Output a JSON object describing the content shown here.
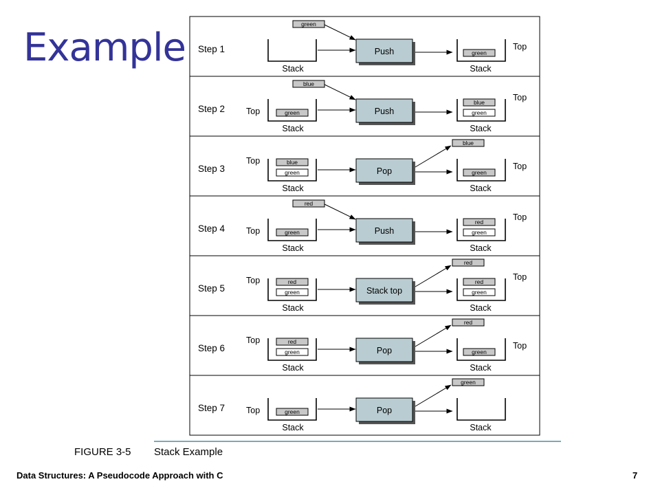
{
  "slide": {
    "title": "Example",
    "footer_title": "Data Structures: A Pseudocode Approach with C",
    "page_number": "7"
  },
  "figure": {
    "label": "FIGURE 3-5",
    "caption": "Stack Example",
    "stack_label": "Stack",
    "top_label": "Top",
    "colors": {
      "operation_fill": "#b9ccd1",
      "element_fill": "#c8c8c8",
      "element_outline_fill": "#ffffff",
      "rule": "#4a8fa0"
    },
    "steps": [
      {
        "label": "Step 1",
        "operation": "Push",
        "input_element": "green",
        "output_element": "",
        "before": [],
        "after": [
          "green"
        ]
      },
      {
        "label": "Step 2",
        "operation": "Push",
        "input_element": "blue",
        "output_element": "",
        "before": [
          "green"
        ],
        "after": [
          "blue",
          "green"
        ]
      },
      {
        "label": "Step 3",
        "operation": "Pop",
        "input_element": "",
        "output_element": "blue",
        "before": [
          "blue",
          "green"
        ],
        "after": [
          "green"
        ]
      },
      {
        "label": "Step 4",
        "operation": "Push",
        "input_element": "red",
        "output_element": "",
        "before": [
          "green"
        ],
        "after": [
          "red",
          "green"
        ]
      },
      {
        "label": "Step 5",
        "operation": "Stack top",
        "input_element": "",
        "output_element": "red",
        "before": [
          "red",
          "green"
        ],
        "after": [
          "red",
          "green"
        ]
      },
      {
        "label": "Step 6",
        "operation": "Pop",
        "input_element": "",
        "output_element": "red",
        "before": [
          "red",
          "green"
        ],
        "after": [
          "green"
        ]
      },
      {
        "label": "Step 7",
        "operation": "Pop",
        "input_element": "",
        "output_element": "green",
        "before": [
          "green"
        ],
        "after": []
      }
    ]
  }
}
